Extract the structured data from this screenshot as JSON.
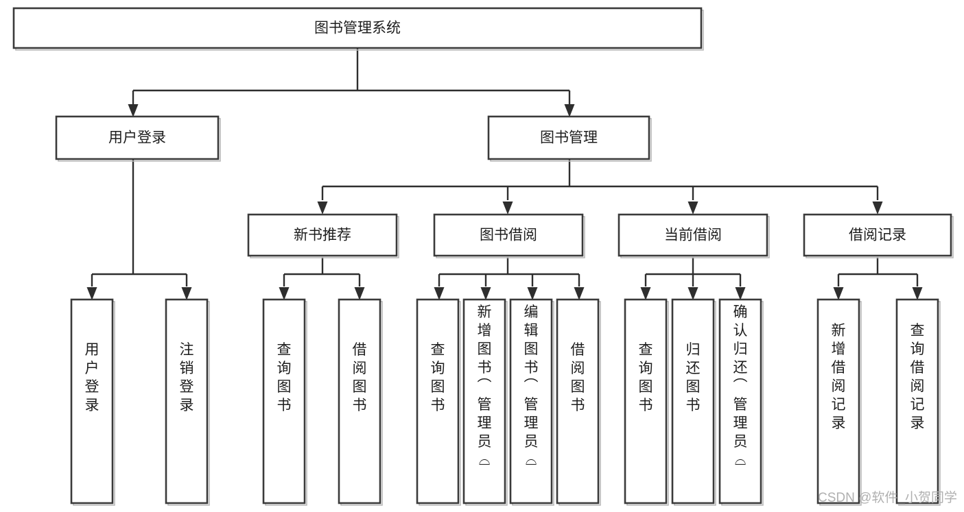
{
  "diagram": {
    "type": "hierarchy-tree",
    "title": "图书管理系统",
    "root": {
      "id": "root",
      "label": "图书管理系统",
      "orientation": "horizontal"
    },
    "level2": [
      {
        "id": "user-login",
        "label": "用户登录",
        "orientation": "horizontal"
      },
      {
        "id": "book-management",
        "label": "图书管理",
        "orientation": "horizontal"
      }
    ],
    "level3": [
      {
        "id": "new-book-recommend",
        "label": "新书推荐",
        "orientation": "horizontal",
        "parent": "book-management"
      },
      {
        "id": "book-borrow",
        "label": "图书借阅",
        "orientation": "horizontal",
        "parent": "book-management"
      },
      {
        "id": "current-borrow",
        "label": "当前借阅",
        "orientation": "horizontal",
        "parent": "book-management"
      },
      {
        "id": "borrow-record",
        "label": "借阅记录",
        "orientation": "horizontal",
        "parent": "book-management"
      }
    ],
    "leaves": [
      {
        "id": "leaf-user-login",
        "label": "用户登录",
        "orientation": "vertical",
        "parent": "user-login"
      },
      {
        "id": "leaf-logout-login",
        "label": "注销登录",
        "orientation": "vertical",
        "parent": "user-login"
      },
      {
        "id": "leaf-query-book-1",
        "label": "查询图书",
        "orientation": "vertical",
        "parent": "new-book-recommend"
      },
      {
        "id": "leaf-borrow-book-1",
        "label": "借阅图书",
        "orientation": "vertical",
        "parent": "new-book-recommend"
      },
      {
        "id": "leaf-query-book-2",
        "label": "查询图书",
        "orientation": "vertical",
        "parent": "book-borrow"
      },
      {
        "id": "leaf-add-book",
        "label": "新增图书（管理员）",
        "orientation": "vertical",
        "parent": "book-borrow"
      },
      {
        "id": "leaf-edit-book",
        "label": "编辑图书（管理员）",
        "orientation": "vertical",
        "parent": "book-borrow"
      },
      {
        "id": "leaf-borrow-book-2",
        "label": "借阅图书",
        "orientation": "vertical",
        "parent": "book-borrow"
      },
      {
        "id": "leaf-query-book-3",
        "label": "查询图书",
        "orientation": "vertical",
        "parent": "current-borrow"
      },
      {
        "id": "leaf-return-book",
        "label": "归还图书",
        "orientation": "vertical",
        "parent": "current-borrow"
      },
      {
        "id": "leaf-confirm-return",
        "label": "确认归还（管理员）",
        "orientation": "vertical",
        "parent": "current-borrow"
      },
      {
        "id": "leaf-add-record",
        "label": "新增借阅记录",
        "orientation": "vertical",
        "parent": "borrow-record"
      },
      {
        "id": "leaf-query-record",
        "label": "查询借阅记录",
        "orientation": "vertical",
        "parent": "borrow-record"
      }
    ],
    "colors": {
      "box_stroke": "#3a3a3a",
      "box_fill": "#ffffff",
      "connector": "#2e2e2e",
      "text": "#1d1d1d",
      "watermark": "#b0b0b0",
      "background": "#ffffff"
    }
  },
  "watermark": {
    "text": "CSDN @软件_小贺同学"
  }
}
